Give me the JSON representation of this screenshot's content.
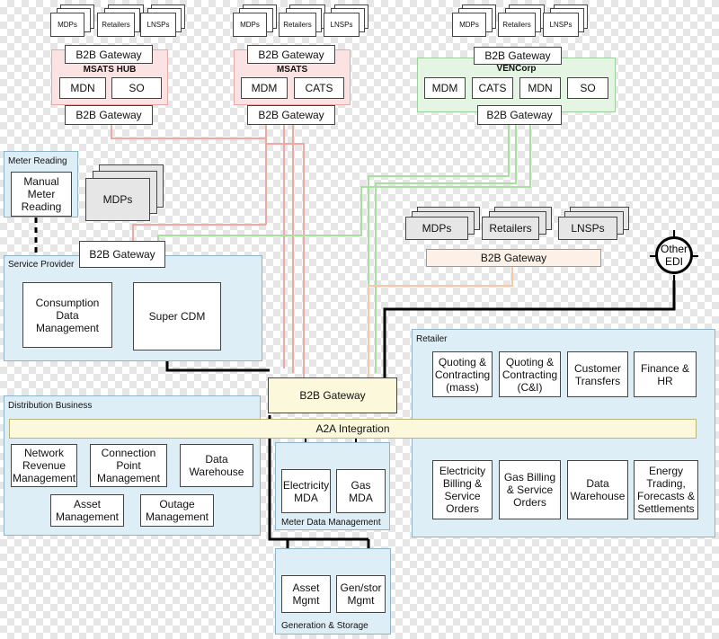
{
  "top": {
    "msats_hub": {
      "mini": [
        "MDPs",
        "Retailers",
        "LNSPs"
      ],
      "gateway_top": "B2B Gateway",
      "title": "MSATS HUB",
      "boxes": [
        "MDN",
        "SO"
      ],
      "gateway_bottom": "B2B Gateway"
    },
    "msats": {
      "mini": [
        "MDPs",
        "Retailers",
        "LNSPs"
      ],
      "gateway_top": "B2B Gateway",
      "title": "MSATS",
      "boxes": [
        "MDM",
        "CATS"
      ],
      "gateway_bottom": "B2B Gateway"
    },
    "vencorp": {
      "mini": [
        "MDPs",
        "Retailers",
        "LNSPs"
      ],
      "gateway_top": "B2B Gateway",
      "title": "VENCorp",
      "boxes": [
        "MDM",
        "CATS",
        "MDN",
        "SO"
      ],
      "gateway_bottom": "B2B Gateway"
    }
  },
  "meter_reading": {
    "title": "Meter Reading",
    "box": "Manual Meter Reading"
  },
  "mdps_stack": "MDPs",
  "sp_gateway": "B2B Gateway",
  "service_provider": {
    "title": "Service Provider",
    "boxes": [
      "Consumption Data Management",
      "Super CDM"
    ]
  },
  "external_parties": {
    "boxes": [
      "MDPs",
      "Retailers",
      "LNSPs"
    ],
    "gateway": "B2B Gateway"
  },
  "other_edi": "Other EDI",
  "central_gateway": "B2B Gateway",
  "a2a": "A2A Integration",
  "retailer": {
    "title": "Retailer",
    "top_boxes": [
      "Quoting & Contracting (mass)",
      "Quoting & Contracting (C&I)",
      "Customer Transfers",
      "Finance & HR"
    ],
    "bottom_boxes": [
      "Electricity Billing & Service Orders",
      "Gas Billing & Service Orders",
      "Data Warehouse",
      "Energy Trading, Forecasts & Settlements"
    ]
  },
  "distribution": {
    "title": "Distribution Business",
    "boxes": [
      "Network Revenue Management",
      "Connection Point Management",
      "Data Warehouse",
      "Asset Management",
      "Outage Management"
    ]
  },
  "meter_data_mgmt": {
    "title": "Meter Data Management",
    "boxes": [
      "Electricity MDA",
      "Gas MDA"
    ]
  },
  "generation": {
    "title": "Generation & Storage",
    "boxes": [
      "Asset Mgmt",
      "Gen/stor Mgmt"
    ]
  },
  "colors": {
    "pink_link": "#f0a8a0",
    "green_link": "#a8e0a0",
    "peach_link": "#f6c8a8",
    "black_link": "#000000",
    "provider_fill": "#deeef6"
  }
}
